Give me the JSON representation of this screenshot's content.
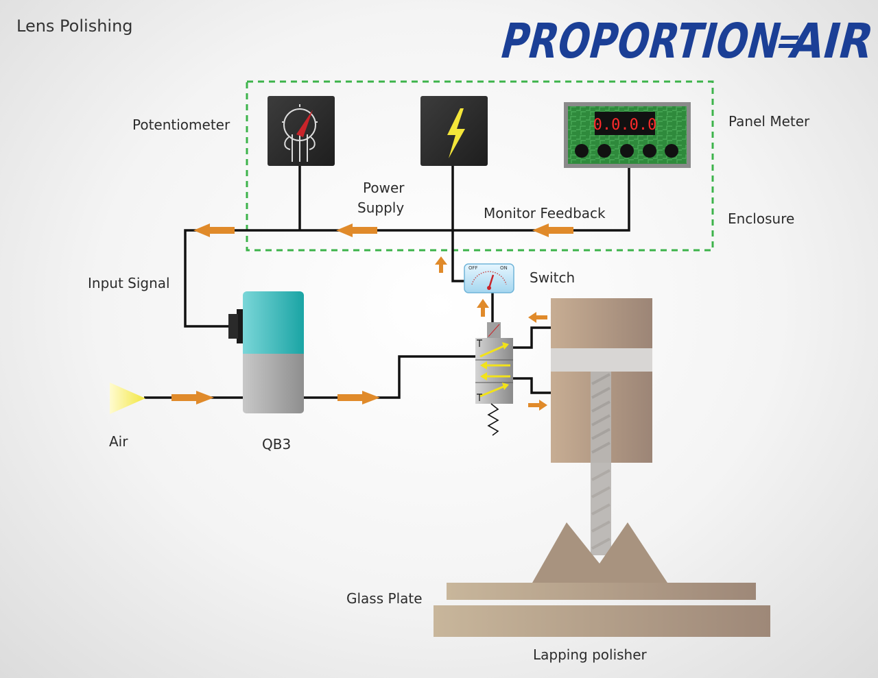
{
  "page_title": "Lens Polishing",
  "logo": {
    "text_left": "PROPORTION",
    "text_right": "AIR",
    "color": "#1b3f96"
  },
  "enclosure": {
    "label": "Enclosure",
    "border_color": "#3cb34a"
  },
  "labels": {
    "potentiometer": "Potentiometer",
    "power_line1": "Power",
    "power_line2": "Supply",
    "panel_meter": "Panel Meter",
    "monitor_feedback": "Monitor Feedback",
    "input_signal": "Input Signal",
    "switch": "Switch",
    "air": "Air",
    "qb3": "QB3",
    "glass_plate": "Glass Plate",
    "lapping_polisher": "Lapping polisher"
  },
  "panel_meter_display": "0.0.0.0",
  "switch_scale": {
    "off": "OFF",
    "on": "ON"
  },
  "colors": {
    "arrow": "#e08a2a",
    "wire": "#111111",
    "valve_arrow": "#f2e21a",
    "cylinder": "#b89c86"
  }
}
